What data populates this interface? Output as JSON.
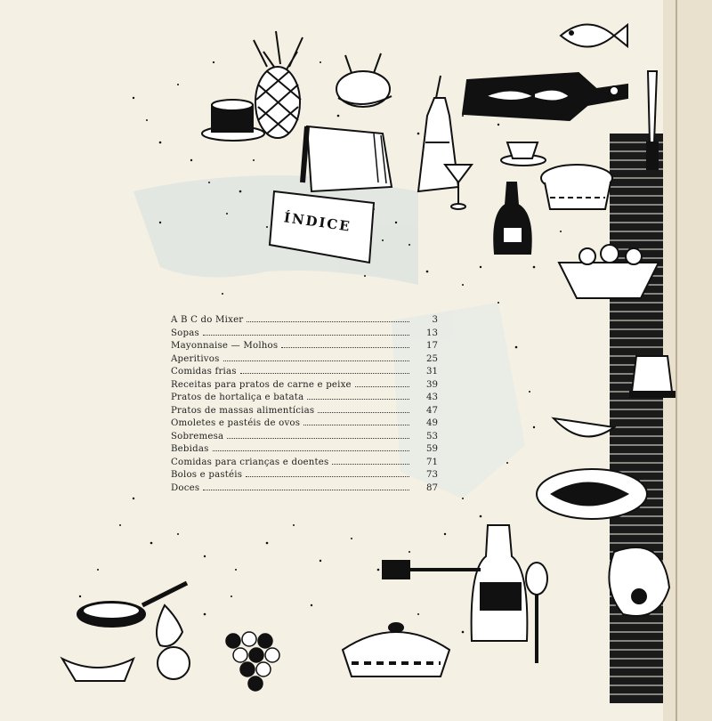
{
  "heading": "ÍNDICE",
  "toc": [
    {
      "title": "A B C do Mixer",
      "page": "3"
    },
    {
      "title": "Sopas",
      "page": "13"
    },
    {
      "title": "Mayonnaise — Molhos",
      "page": "17"
    },
    {
      "title": "Aperitivos",
      "page": "25"
    },
    {
      "title": "Comidas frias",
      "page": "31"
    },
    {
      "title": "Receitas para pratos de carne e peixe",
      "page": "39"
    },
    {
      "title": "Pratos de hortaliça e batata",
      "page": "43"
    },
    {
      "title": "Pratos de massas alimentícias",
      "page": "47"
    },
    {
      "title": "Omoletes e pastéis de ovos",
      "page": "49"
    },
    {
      "title": "Sobremesa",
      "page": "53"
    },
    {
      "title": "Bebidas",
      "page": "59"
    },
    {
      "title": "Comidas para crianças e doentes",
      "page": "71"
    },
    {
      "title": "Bolos e pastéis",
      "page": "73"
    },
    {
      "title": "Doces",
      "page": "87"
    }
  ],
  "colors": {
    "paper": "#f4f0e4",
    "ink": "#111111",
    "faint_blue": "#c9d8dc"
  },
  "illustrations": [
    "pineapple-icon",
    "cake-icon",
    "chicken-icon",
    "cutting-board-icon",
    "bottle-icon",
    "teapot-icon",
    "fish-icon",
    "knife-icon",
    "grapes-icon",
    "frying-pan-icon",
    "tureen-icon",
    "wine-bottle-icon",
    "cocktail-glass-icon",
    "jelly-mold-icon",
    "ham-icon"
  ]
}
